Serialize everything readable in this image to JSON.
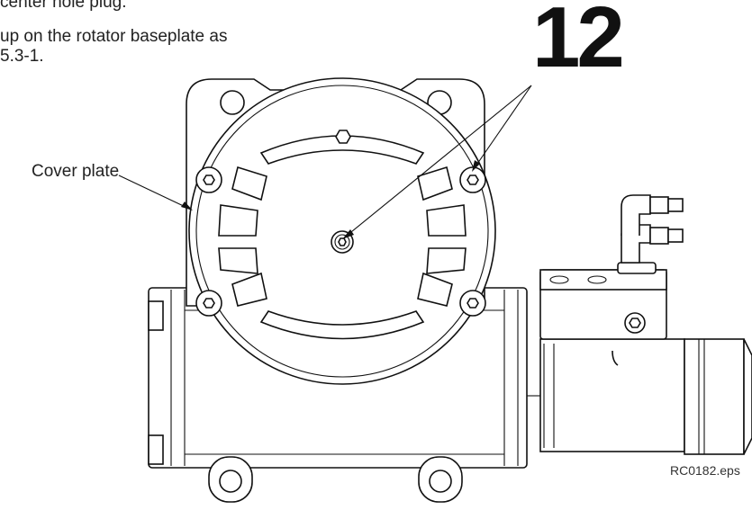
{
  "instructions": {
    "line_1": "center hole plug.",
    "line_2": "up on the rotator baseplate as",
    "line_3": "5.3-1."
  },
  "step_number": "12",
  "callout_label": "Cover plate",
  "figure_id": "RC0182.eps",
  "colors": {
    "ink": "#111111",
    "background": "#ffffff"
  }
}
